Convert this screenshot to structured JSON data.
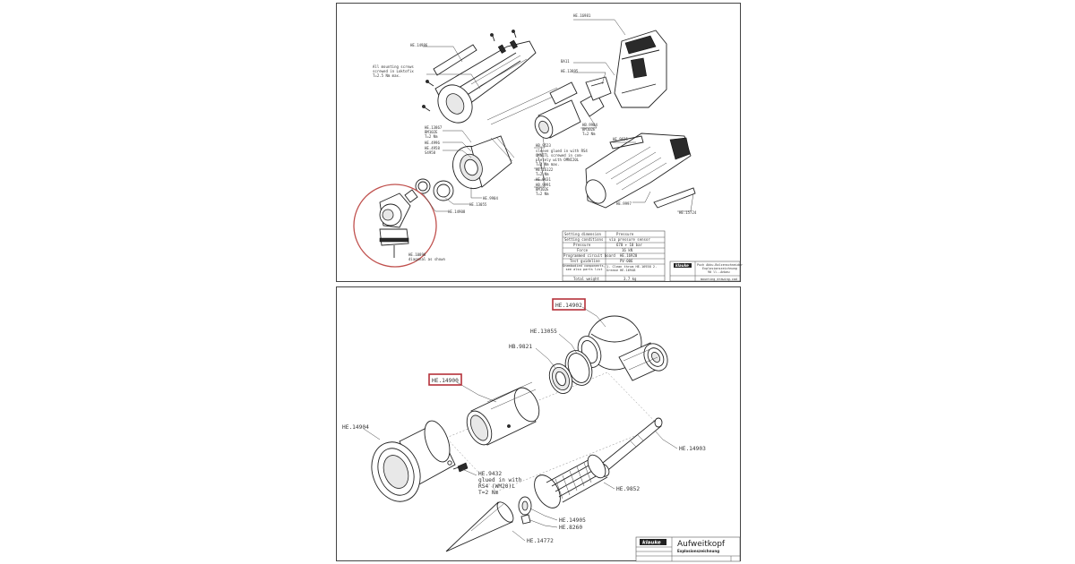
{
  "top_sheet": {
    "labels": {
      "he14986": "HE.14986",
      "mounting_note_1": "All mounting screws",
      "mounting_note_2": "screwed in Loktofix",
      "mounting_note_3": "T=2.5 Nm max.",
      "he16981": "HE.16981",
      "ba11": "BA11",
      "he13895": "HE.13895",
      "he13867": "HE.13867",
      "bm102e": "BM102E",
      "t2nm_a": "T=2 Nm",
      "he4996": "HE.4996",
      "he4958": "HE.4958",
      "s4958": "S4958",
      "hb9904": "HB.9904",
      "bm102e_b": "BM102E",
      "t2nm_b": "T=2 Nm",
      "hb9523": "HB.9523",
      "sleeve_1": "sleeve glued in with RS4",
      "sleeve_2": "OMNITL screwed in com-",
      "sleeve_3": "pletely with OMNI20L",
      "sleeve_4": "T=2 Nm max.",
      "he9625": "HE.9625",
      "he16122": "HE.16122",
      "t2nm_c": "T=2 Nm",
      "he9431": "HE.9431",
      "he9904": "HE.9904",
      "hb9991": "HB.9991",
      "bm102e_c": "BM102E",
      "t2nm_d": "T=2 Nm",
      "he13055": "HE.13055",
      "he14908": "HE.14908",
      "he9997": "HE.9997",
      "he15724": "HE.15724",
      "he10898_1": "HE.10898",
      "he10898_2": "diagonal as shown"
    },
    "spec_table": [
      [
        "Setting dimension",
        "Pressure"
      ],
      [
        "Setting conditions",
        "via pressure sensor"
      ],
      [
        "Pressure",
        "670 + 10 bar"
      ],
      [
        "Force",
        "16 kN"
      ],
      [
        "Programmed circuit board",
        "HE.16920"
      ],
      [
        "Test guideline",
        "PV-006"
      ],
      [
        "Unembodied components, see also parts list",
        "1. Clean thrum HE.16938  2. Grease HE.16948"
      ],
      [
        "Total weight",
        "3.7 kg"
      ]
    ],
    "title_block": {
      "brand": "klauke",
      "desc_1": "Puch Akku-Bolzenschneider",
      "desc_2": "Explosionszeichnung",
      "desc_3": "90 ll.-Anbau",
      "footer": "mounting_drawing.cad"
    }
  },
  "bottom_sheet": {
    "labels": {
      "he14902": "HE.14902",
      "he13055": "HE.13055",
      "hb9821": "HB.9821",
      "he14900": "HE.14900",
      "he14904": "HE.14904",
      "he14903": "HE.14903",
      "he9432_1": "HE.9432",
      "he9432_2": "glued in with",
      "he9432_3": "RS4 (WM20)L",
      "he9432_4": "T=2 Nm",
      "he9852": "HE.9852",
      "he14905": "HE.14905",
      "he8260": "HE.8260",
      "he14772": "HE.14772"
    },
    "highlighted": [
      "HE.14902",
      "HE.14900"
    ],
    "title_block": {
      "brand": "klauke",
      "title": "Aufweitkopf",
      "subtitle": "Explosionszeichnung"
    }
  },
  "colors": {
    "highlight": "#b5313a",
    "circle": "#c0504d",
    "line": "#222222"
  }
}
